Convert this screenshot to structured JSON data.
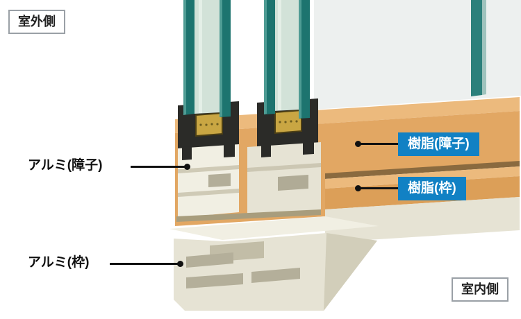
{
  "diagram": {
    "outdoor_label": "室外側",
    "indoor_label": "室内側",
    "aluminum_sash_label": "アルミ(障子)",
    "aluminum_frame_label": "アルミ(枠)",
    "resin_sash_label": "樹脂(障子)",
    "resin_frame_label": "樹脂(枠)"
  },
  "palette": {
    "label_blue": "#1181c4",
    "text_black": "#111111",
    "box_border_gray": "#9aa0a6",
    "glass_teal": "#1d746f",
    "glass_teal_light": "#4f9c94",
    "glass_inner_light": "#d2e2d8",
    "back_pane_gray": "#edf0ef",
    "resin_orange": "#e2a763",
    "resin_orange_top": "#ecba7d",
    "aluminum_cream": "#e6e3d4",
    "aluminum_cream_light": "#f1efe3",
    "gasket_black": "#2b2b28",
    "spacer_gold": "#c9a643"
  }
}
